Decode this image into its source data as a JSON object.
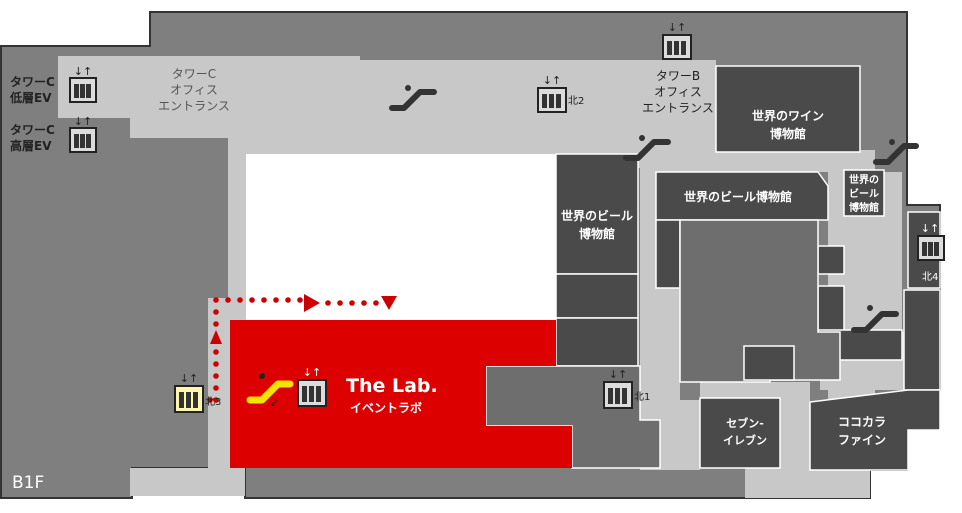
{
  "floor_label": "B1F",
  "labels": {
    "tower_c_low_1": "タワーC",
    "tower_c_low_2": "低層EV",
    "tower_c_high_1": "タワーC",
    "tower_c_high_2": "高層EV",
    "tower_c_entrance_1": "タワーC",
    "tower_c_entrance_2": "オフィス",
    "tower_c_entrance_3": "エントランス",
    "tower_b_entrance_1": "タワーB",
    "tower_b_entrance_2": "オフィス",
    "tower_b_entrance_3": "エントランス",
    "wine_museum_1": "世界のワイン",
    "wine_museum_2": "博物館",
    "beer_museum_left_1": "世界のビール",
    "beer_museum_left_2": "博物館",
    "beer_museum_center": "世界のビール博物館",
    "beer_museum_small_1": "世界の",
    "beer_museum_small_2": "ビール",
    "beer_museum_small_3": "博物館",
    "the_lab_en": "The Lab.",
    "the_lab_jp": "イベントラボ",
    "seven_eleven_1": "セブン-",
    "seven_eleven_2": "イレブン",
    "cocokara_1": "ココカラ",
    "cocokara_2": "ファイン",
    "north1": "北1",
    "north2": "北2",
    "north3": "北3",
    "north4": "北4"
  },
  "colors": {
    "background": "#ffffff",
    "floor_outer": "#7f7f7f",
    "corridor": "#c8c8c8",
    "shop_dark": "#4a4a4a",
    "shop_mid": "#6e6e6e",
    "highlight_red": "#dc0000",
    "route_red": "#cc0000",
    "elevator_yellow": "#fff7b0",
    "escalator_yellow": "#f2e300"
  },
  "icons": [
    "elevator-icon",
    "escalator-icon",
    "route-arrow"
  ]
}
